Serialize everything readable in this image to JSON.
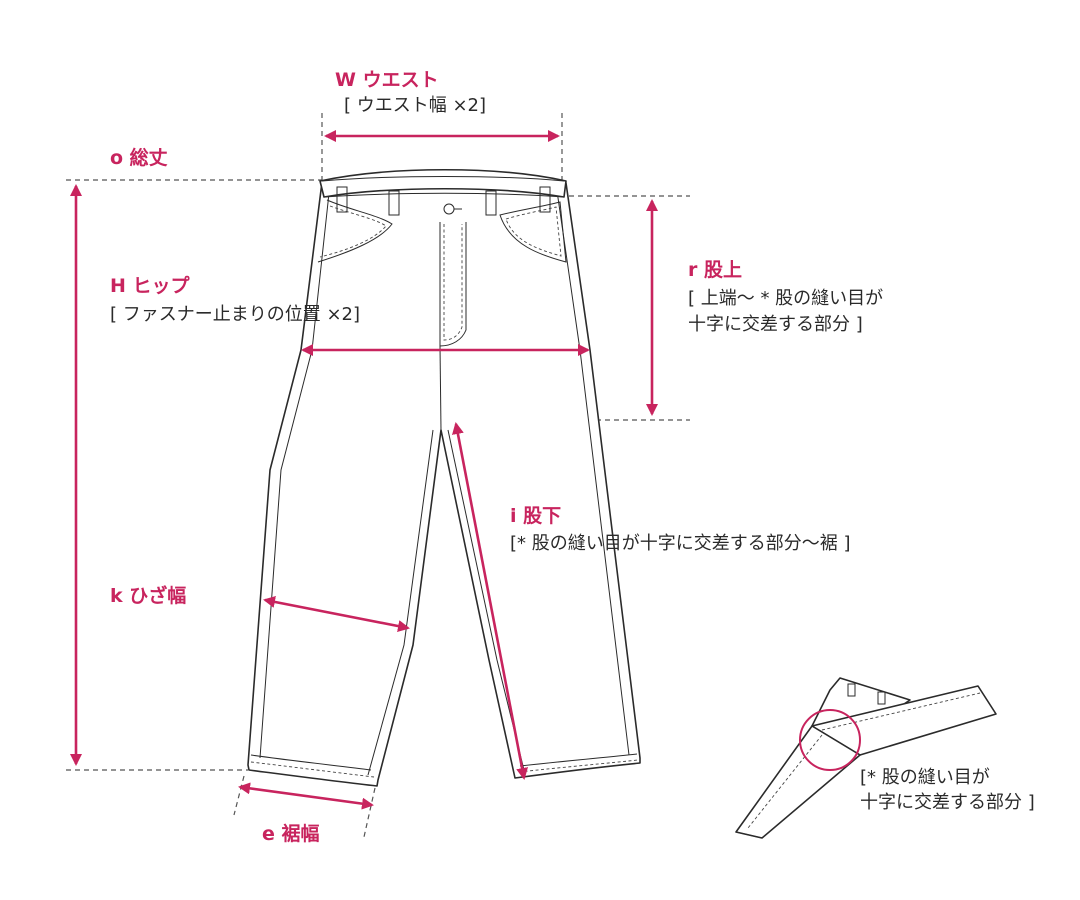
{
  "colors": {
    "accent": "#c8245e",
    "ink": "#2b2b2b",
    "guide": "#555555",
    "background": "#ffffff"
  },
  "labels": {
    "waist": "W ウエスト",
    "waist_note": "[ ウエスト幅 ×2]",
    "total_length": "o 総丈",
    "hip": "H ヒップ",
    "hip_note": "[ ファスナー止まりの位置 ×2]",
    "rise": "r 股上",
    "rise_note_line1": "[ 上端～ * 股の縫い目が",
    "rise_note_line2": "十字に交差する部分 ]",
    "inseam": "i 股下",
    "inseam_note": "[* 股の縫い目が十字に交差する部分～裾 ]",
    "knee_width": "k ひざ幅",
    "hem_width": "e 裾幅",
    "crotch_note_line1": "[* 股の縫い目が",
    "crotch_note_line2": "十字に交差する部分 ]"
  }
}
